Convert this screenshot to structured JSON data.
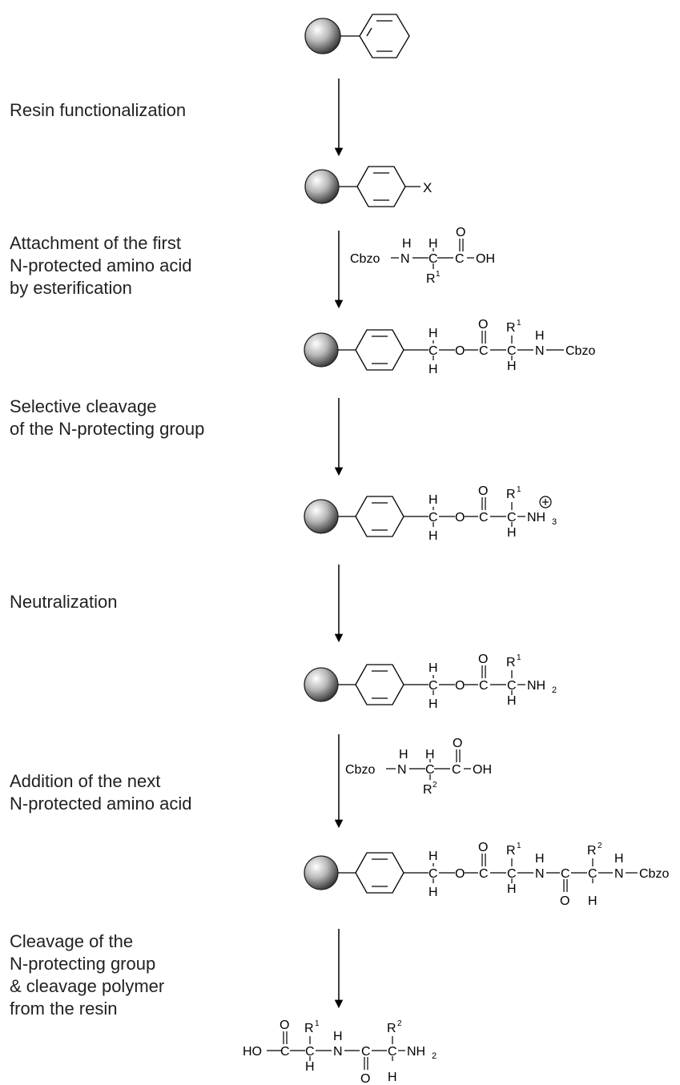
{
  "steps": [
    {
      "lines": [
        "Resin functionalization"
      ]
    },
    {
      "lines": [
        "Attachment of the first",
        "N-protected amino acid",
        "by esterification"
      ]
    },
    {
      "lines": [
        "Selective cleavage",
        "of the N-protecting group"
      ]
    },
    {
      "lines": [
        "Neutralization"
      ]
    },
    {
      "lines": [
        "Addition of the next",
        "N-protected amino acid"
      ]
    },
    {
      "lines": [
        "Cleavage of the",
        "N-protecting group",
        "& cleavage polymer",
        "from the resin"
      ]
    }
  ],
  "structures": {
    "s2_sub": "X",
    "reagent1": {
      "cbzo": "Cbzo",
      "n": "N",
      "h": "H",
      "c": "C",
      "o": "O",
      "oh": "OH",
      "r": "R",
      "rsup": "1"
    },
    "s3_tail": {
      "o": "O",
      "n": "N",
      "cbzo": "Cbzo"
    },
    "s4_tail": {
      "nh": "NH",
      "sub": "3",
      "charge": "+"
    },
    "s5_tail": {
      "nh": "NH",
      "sub": "2"
    },
    "reagent2": {
      "cbzo": "Cbzo",
      "rsup": "2"
    },
    "product": {
      "ho": "HO",
      "nh": "NH",
      "sub": "2"
    }
  }
}
